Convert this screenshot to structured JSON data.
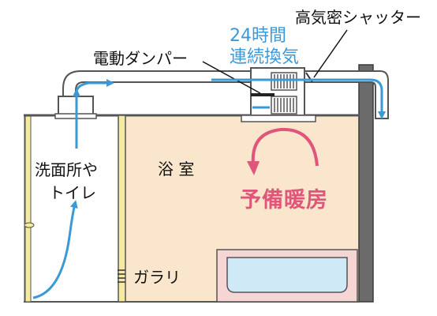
{
  "labels": {
    "shutter": "高気密シャッター",
    "ventilation_line1": "24時間",
    "ventilation_line2": "連続換気",
    "damper": "電動ダンパー",
    "toilet_line1": "洗面所や",
    "toilet_line2": "トイレ",
    "bathroom": "浴 室",
    "preheat": "予備暖房",
    "louver": "ガラリ"
  },
  "colors": {
    "airflow": "#3a9ad9",
    "warm_air": "#e0557a",
    "bathroom_fill": "#f9e6cc",
    "bathtub_fill": "#f6d5d5",
    "water": "#cfe9f7",
    "duct": "#ffffff",
    "wall": "#555555",
    "door": "#f4ec9c"
  }
}
